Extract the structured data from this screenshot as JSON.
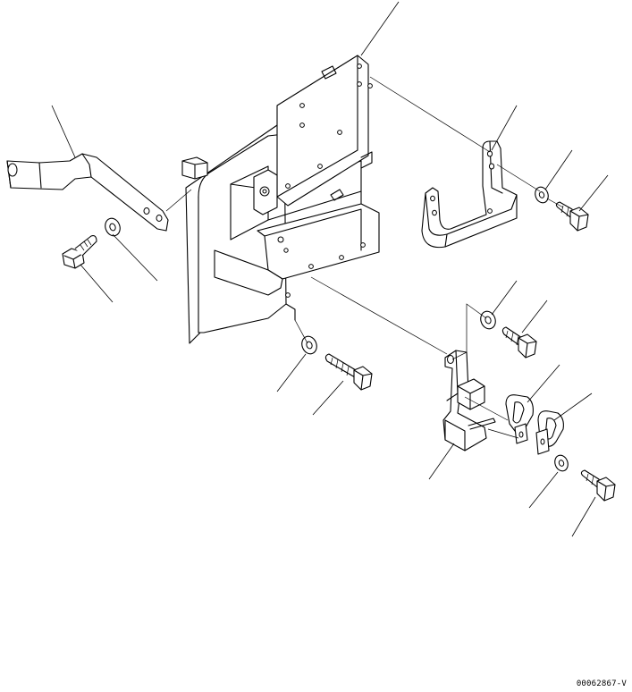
{
  "drawing_code": "00062867-V",
  "parts": [
    {
      "id": "mounting-plate",
      "icon": "plate-icon"
    },
    {
      "id": "support-bracket",
      "icon": "bracket-icon"
    },
    {
      "id": "left-arm-bracket",
      "icon": "arm-bracket-icon"
    },
    {
      "id": "clip-bracket",
      "icon": "bracket-icon"
    },
    {
      "id": "clamp",
      "icon": "clamp-icon"
    },
    {
      "id": "washer",
      "icon": "washer-icon"
    },
    {
      "id": "bolt",
      "icon": "bolt-icon"
    }
  ]
}
